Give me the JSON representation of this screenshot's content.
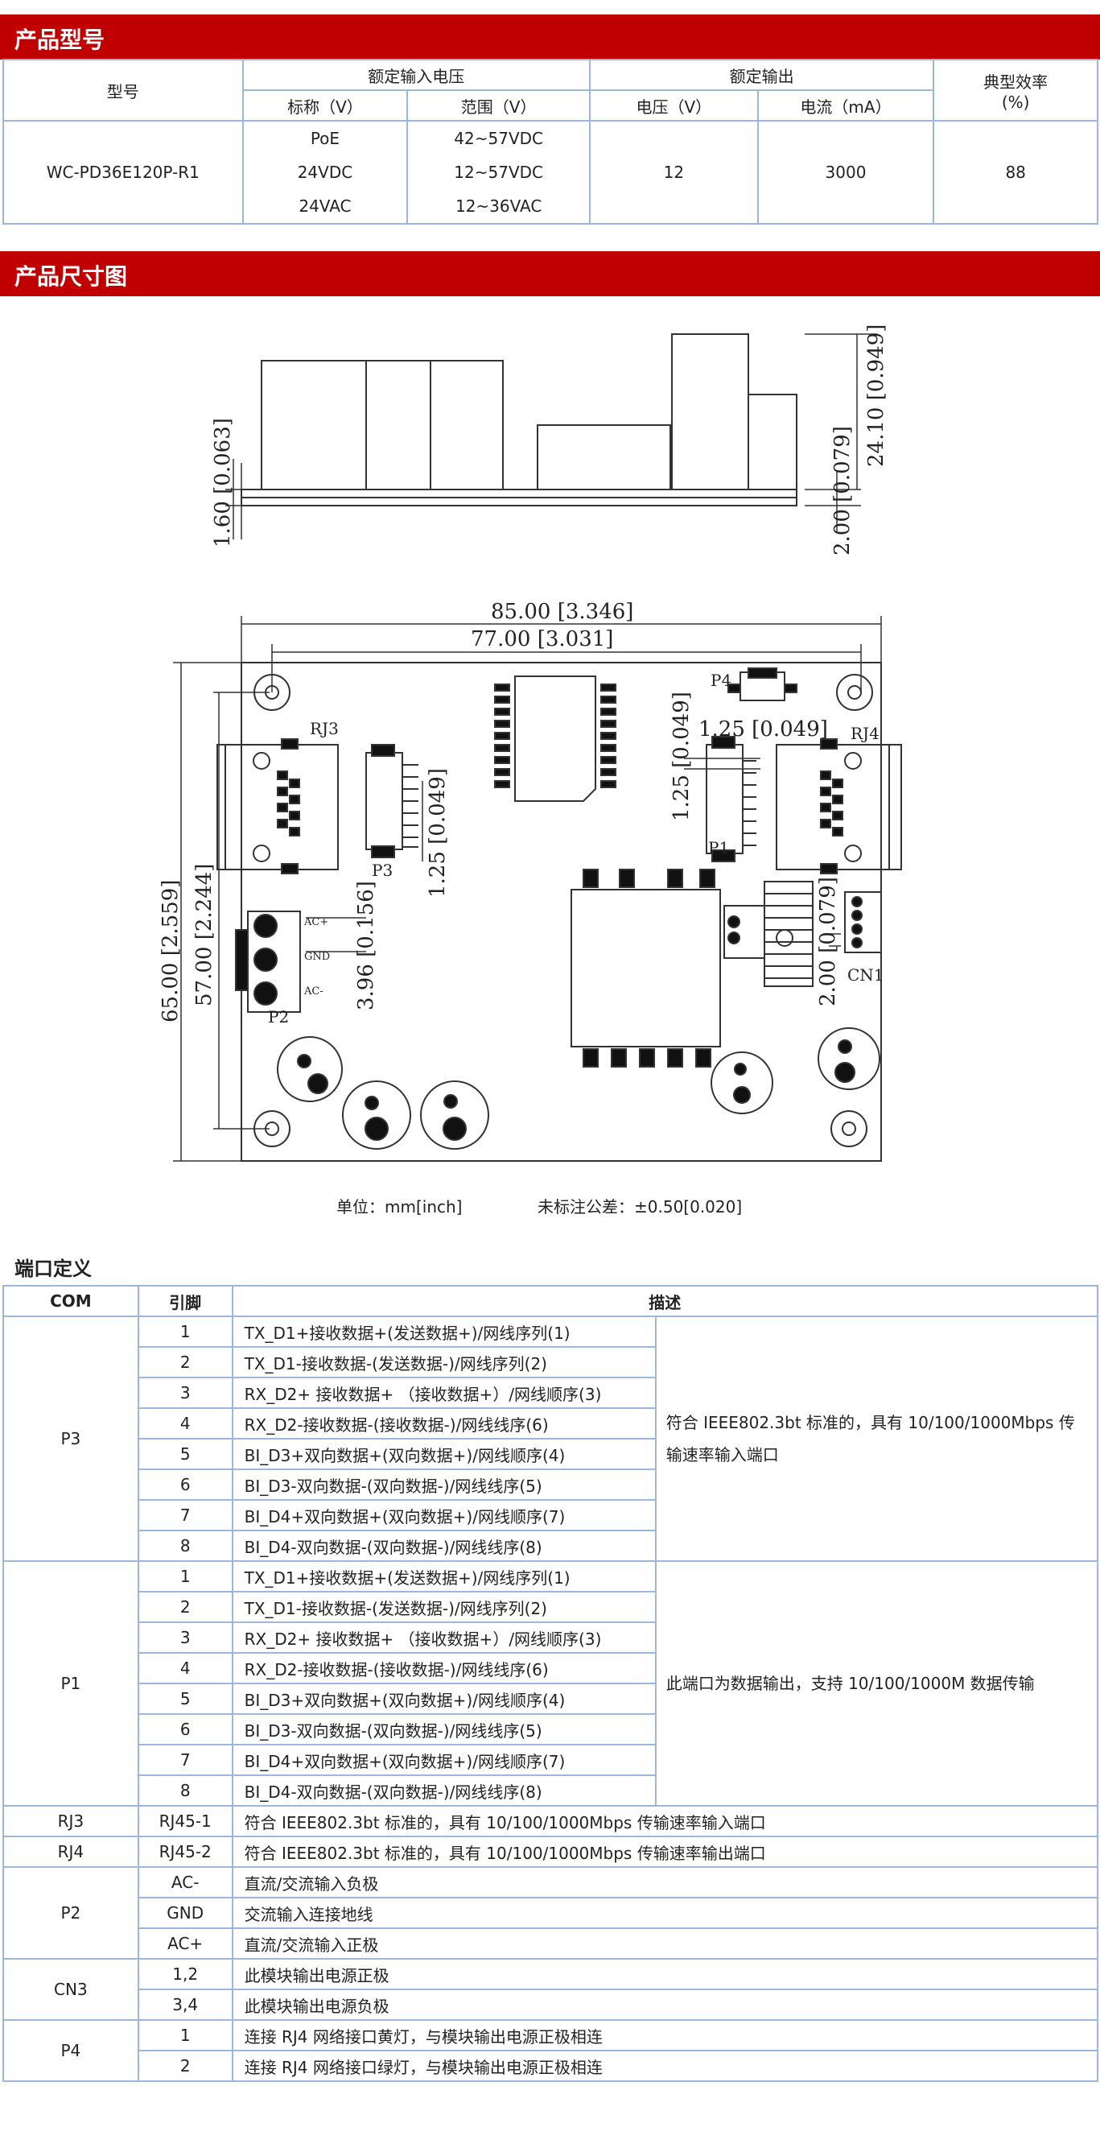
{
  "section1_title": "产品型号",
  "section2_title": "产品尺寸图",
  "ports_title": "端口定义",
  "model_table": {
    "h_model": "型号",
    "h_input": "额定输入电压",
    "h_output": "额定输出",
    "h_eff": "典型效率",
    "h_eff_unit": "(%)",
    "h_nominal": "标称（V）",
    "h_range": "范围（V）",
    "h_voltage": "电压（V）",
    "h_current": "电流（mA）",
    "model": "WC-PD36E120P-R1",
    "nominal": [
      "PoE",
      "24VDC",
      "24VAC"
    ],
    "range": [
      "42~57VDC",
      "12~57VDC",
      "12~36VAC"
    ],
    "voltage": "12",
    "current": "3000",
    "eff": "88"
  },
  "drawing": {
    "dim_height": "24.10 [0.949]",
    "dim_pcb_left": "1.60 [0.063]",
    "dim_pcb_right": "2.00 [0.079]",
    "dim_width_total": "85.00 [3.346]",
    "dim_width_holes": "77.00 [3.031]",
    "dim_height_total": "65.00 [2.559]",
    "dim_height_holes": "57.00 [2.244]",
    "dim_p3_pitch": "1.25 [0.049]",
    "dim_p1_pitch_h": "1.25 [0.049]",
    "dim_p1_pitch_v": "1.25 [0.049]",
    "dim_p2_pitch": "3.96 [0.156]",
    "dim_cn1_pitch": "2.00 [0.079]",
    "lbl_rj3": "RJ3",
    "lbl_rj4": "RJ4",
    "lbl_p1": "P1",
    "lbl_p2": "P2",
    "lbl_p3": "P3",
    "lbl_p4": "P4",
    "lbl_cn1": "CN1",
    "lbl_ac_plus": "AC+",
    "lbl_gnd": "GND",
    "lbl_ac_minus": "AC-"
  },
  "unit_note": "单位：mm[inch]",
  "tol_note": "未标注公差：±0.50[0.020]",
  "ports_table": {
    "h_com": "COM",
    "h_pin": "引脚",
    "h_desc": "描述",
    "p3_name": "P3",
    "p1_name": "P1",
    "pins": [
      "1",
      "2",
      "3",
      "4",
      "5",
      "6",
      "7",
      "8"
    ],
    "p3_pins": [
      "TX_D1+接收数据+(发送数据+)/网线序列(1)",
      "TX_D1-接收数据-(发送数据-)/网线序列(2)",
      "RX_D2+ 接收数据+ （接收数据+）/网线顺序(3)",
      "RX_D2-接收数据-(接收数据-)/网线线序(6)",
      "BI_D3+双向数据+(双向数据+)/网线顺序(4)",
      "BI_D3-双向数据-(双向数据-)/网线线序(5)",
      "BI_D4+双向数据+(双向数据+)/网线顺序(7)",
      "BI_D4-双向数据-(双向数据-)/网线线序(8)"
    ],
    "p3_note": "符合 IEEE802.3bt 标准的，具有 10/100/1000Mbps 传输速率输入端口",
    "p1_pins": [
      "TX_D1+接收数据+(发送数据+)/网线序列(1)",
      "TX_D1-接收数据-(发送数据-)/网线序列(2)",
      "RX_D2+ 接收数据+ （接收数据+）/网线顺序(3)",
      "RX_D2-接收数据-(接收数据-)/网线线序(6)",
      "BI_D3+双向数据+(双向数据+)/网线顺序(4)",
      "BI_D3-双向数据-(双向数据-)/网线线序(5)",
      "BI_D4+双向数据+(双向数据+)/网线顺序(7)",
      "BI_D4-双向数据-(双向数据-)/网线线序(8)"
    ],
    "p1_note": "此端口为数据输出，支持 10/100/1000M 数据传输",
    "rj3": {
      "com": "RJ3",
      "pin": "RJ45-1",
      "desc": "符合 IEEE802.3bt 标准的，具有 10/100/1000Mbps 传输速率输入端口"
    },
    "rj4": {
      "com": "RJ4",
      "pin": "RJ45-2",
      "desc": "符合 IEEE802.3bt 标准的，具有 10/100/1000Mbps 传输速率输出端口"
    },
    "p2": {
      "com": "P2",
      "pins": [
        "AC-",
        "GND",
        "AC+"
      ],
      "descs": [
        "直流/交流输入负极",
        "交流输入连接地线",
        "直流/交流输入正极"
      ]
    },
    "cn3": {
      "com": "CN3",
      "pins": [
        "1,2",
        "3,4"
      ],
      "descs": [
        "此模块输出电源正极",
        "此模块输出电源负极"
      ]
    },
    "p4": {
      "com": "P4",
      "pins": [
        "1",
        "2"
      ],
      "descs": [
        "连接 RJ4 网络接口黄灯，与模块输出电源正极相连",
        "连接 RJ4 网络接口绿灯，与模块输出电源正极相连"
      ]
    }
  }
}
